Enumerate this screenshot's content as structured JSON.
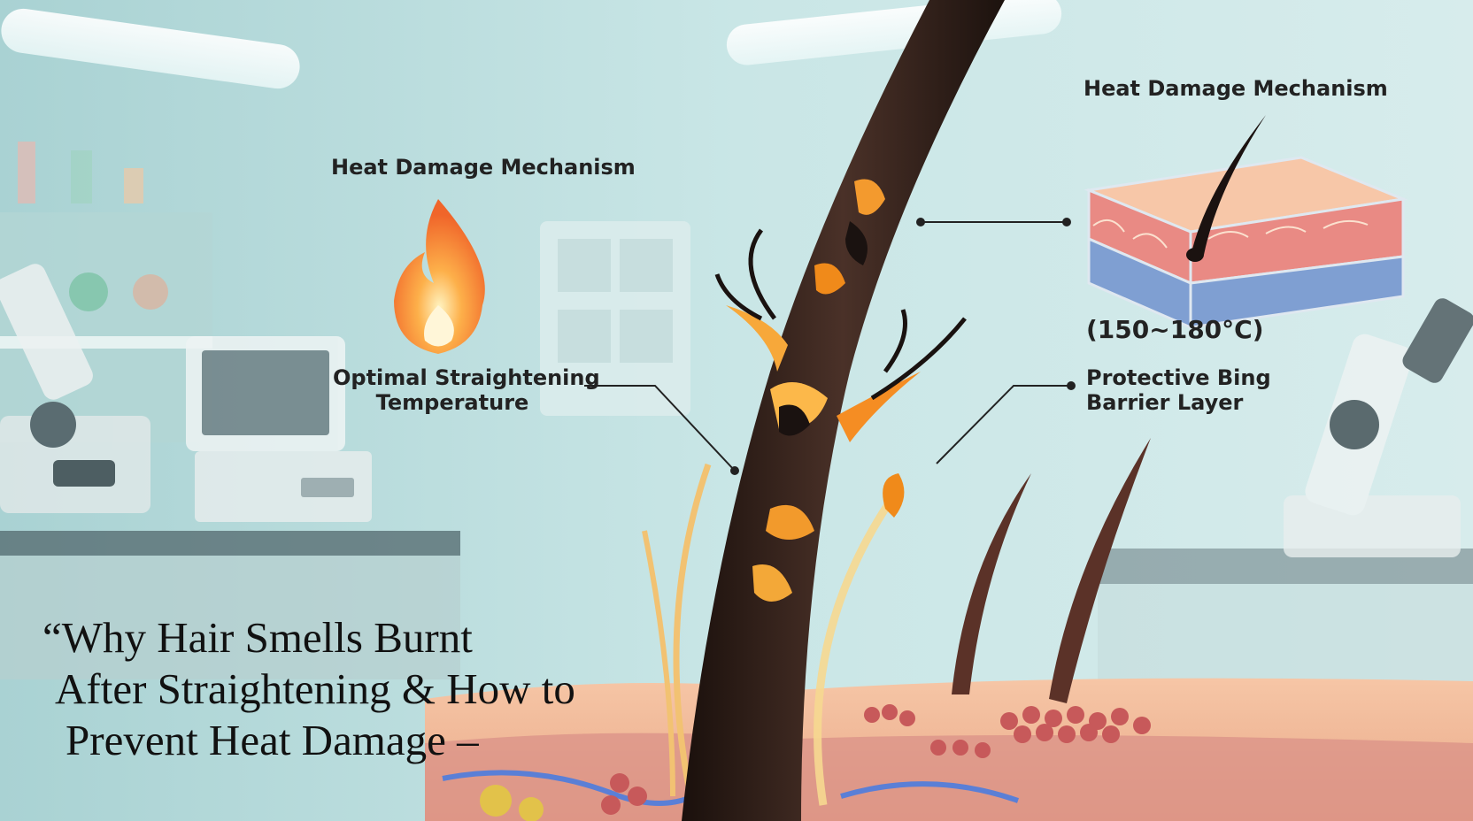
{
  "labels": {
    "heat_damage_left": "Heat Damage Mechanism",
    "heat_damage_right": "Heat Damage Mechanism",
    "optimal_line1": "Optimal Straightening",
    "optimal_line2": "Temperature",
    "temperature_range": "(150~180°C)",
    "protective_line1": "Protective Bing",
    "protective_line2": "Barrier Layer"
  },
  "title": {
    "line1": "“Why Hair Smells Burnt",
    "line2": "After Straightening & How to",
    "line3": "Prevent Heat Damage –"
  },
  "icons": [
    "flame-icon",
    "skin-cross-section-icon"
  ],
  "colors": {
    "background_lab": "#bfe0e0",
    "skin": "#f0b08c",
    "hair": "#2e1e18",
    "fire": "#f08a1a",
    "dermis_blue": "#7f9fd2"
  }
}
